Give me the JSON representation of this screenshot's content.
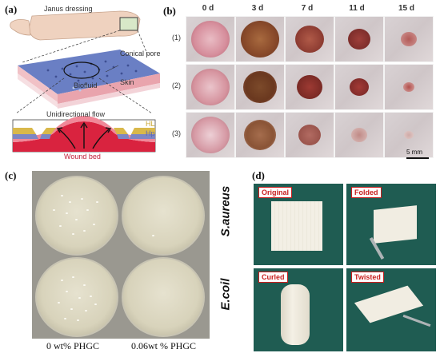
{
  "panel_a": {
    "letter": "(a)",
    "labels": {
      "janus": "Janus dressing",
      "pore": "Conical pore",
      "biofluid": "Biofluid",
      "skin": "Skin",
      "flow": "Unidirectional flow",
      "hl": "HL",
      "hp": "Hp",
      "bed": "Wound bed"
    }
  },
  "panel_b": {
    "letter": "(b)",
    "days": [
      "0 d",
      "3 d",
      "7 d",
      "11 d",
      "15 d"
    ],
    "rows": [
      "(1)",
      "(2)",
      "(3)"
    ],
    "scale": "5 mm"
  },
  "panel_c": {
    "letter": "(c)",
    "bacteria": [
      "S.aureus",
      "E.coil"
    ],
    "conditions": [
      "0 wt% PHGC",
      "0.06wt % PHGC"
    ]
  },
  "panel_d": {
    "letter": "(d)",
    "states": [
      "Original",
      "Folded",
      "Curled",
      "Twisted"
    ]
  },
  "colors": {
    "hl": "#d9b84a",
    "hp": "#7d86c4",
    "tag_red": "#c81e1e",
    "mat_green": "#1f5c52"
  }
}
